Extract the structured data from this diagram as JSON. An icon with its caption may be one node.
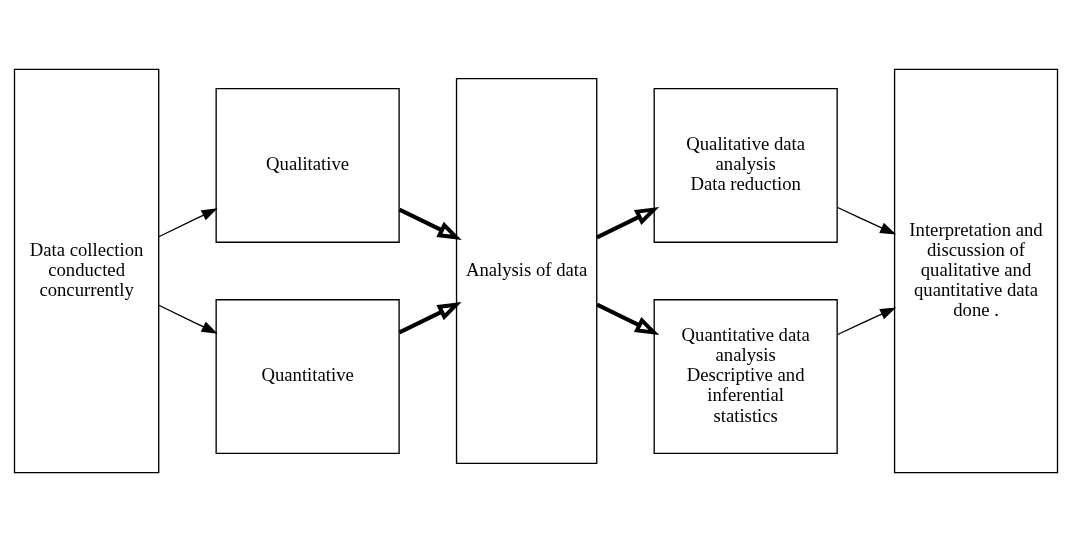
{
  "diagram": {
    "nodes": [
      {
        "text": [
          "Data collection conducted concurrently"
        ]
      },
      {
        "text": [
          "Qualitative"
        ]
      },
      {
        "text": [
          "Quantitative"
        ]
      },
      {
        "text": [
          "Analysis of data"
        ]
      },
      {
        "text": [
          "Qualitative data analysis",
          "Data reduction"
        ]
      },
      {
        "text": [
          "Quantitative data analysis",
          "Descriptive and inferential statistics"
        ]
      },
      {
        "text": [
          "Interpretation and discussion of qualitative and quantitative data done ."
        ]
      }
    ],
    "edges": [
      {
        "from": 0,
        "to": 1,
        "arrow": "to"
      },
      {
        "from": 0,
        "to": 2,
        "arrow": "to"
      },
      {
        "from": 1,
        "to": 3,
        "arrow": "to",
        "style": "thick"
      },
      {
        "from": 2,
        "to": 3,
        "arrow": "to",
        "style": "thick"
      },
      {
        "from": 3,
        "to": 4,
        "arrow": "to",
        "style": "thick"
      },
      {
        "from": 3,
        "to": 5,
        "arrow": "to",
        "style": "thick"
      },
      {
        "from": 4,
        "to": 6,
        "arrow": "to"
      },
      {
        "from": 5,
        "to": 6,
        "arrow": "to"
      }
    ]
  }
}
